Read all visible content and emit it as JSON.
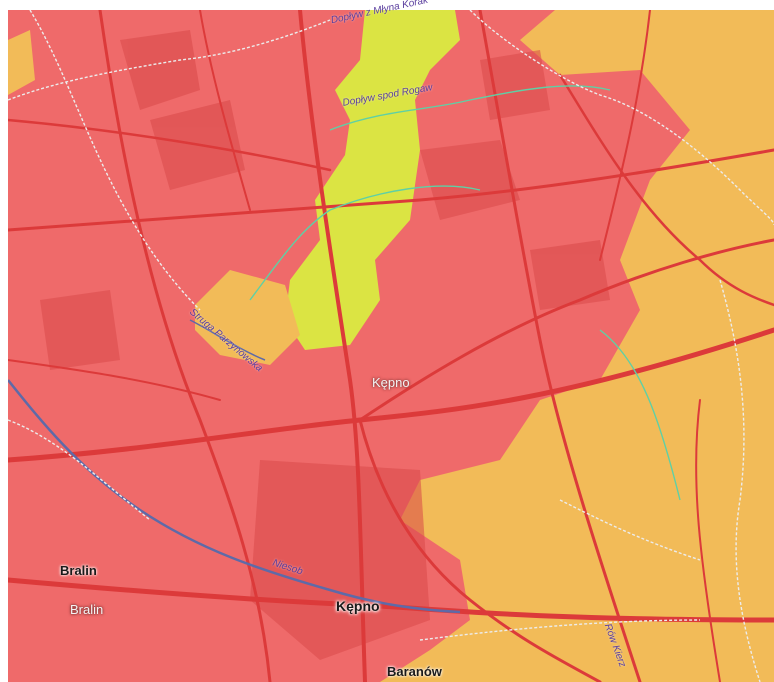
{
  "map": {
    "colors": {
      "high": "#ef6a6a",
      "high_dark": "#d94848",
      "medium": "#f2bb58",
      "low": "#dbe443",
      "road": "#dc3a3a",
      "road_medium": "#e08a3a",
      "river": "#5e6aa8",
      "boundary": "#ececec",
      "stream": "#5fd0a5"
    },
    "labels": {
      "kepno_area": "Kępno",
      "kepno_city": "Kępno",
      "bralin_1": "Bralin",
      "bralin_2": "Bralin",
      "baranow": "Baranów",
      "doplyw_mlyna": "Dopływ z Młyna Korak",
      "doplyw_rogaw": "Dopływ spod Rogaw",
      "struga": "Struga Parzynowska",
      "niesob": "Niesob",
      "row_kierz": "Rów Kierz"
    }
  }
}
